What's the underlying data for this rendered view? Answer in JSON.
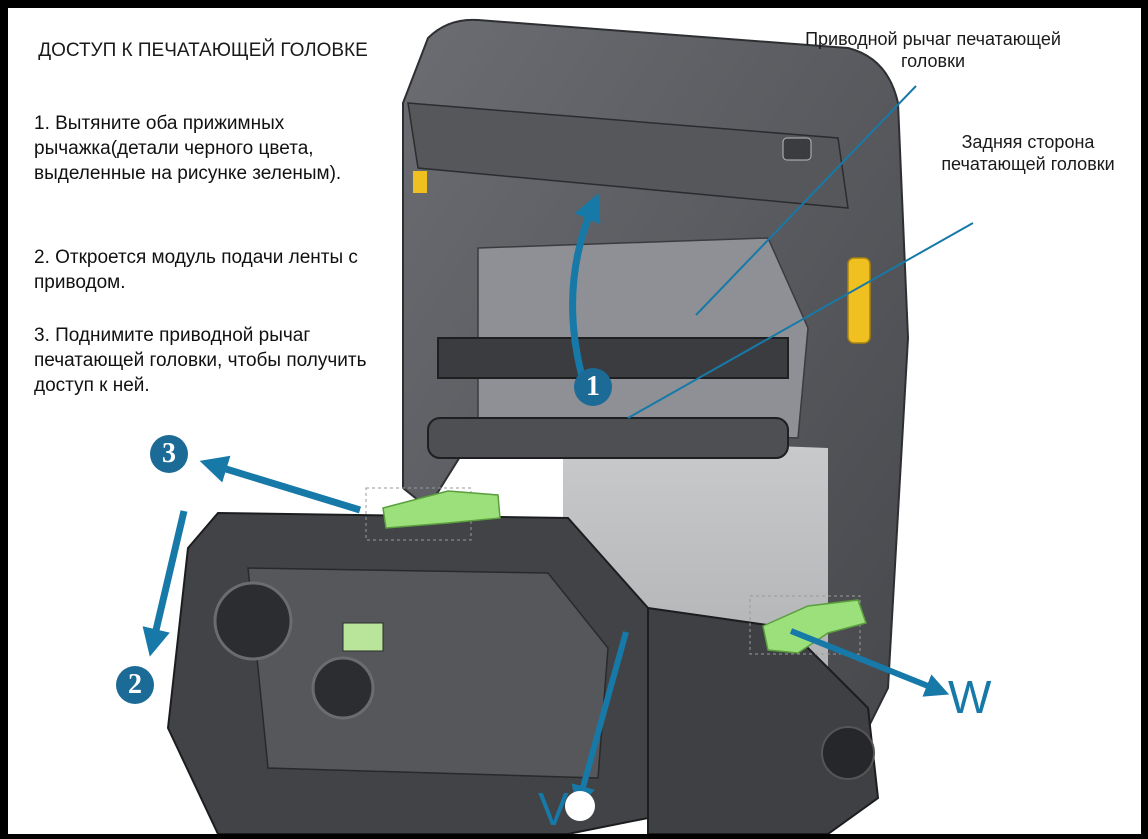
{
  "title": "ДОСТУП К ПЕЧАТАЮЩЕЙ ГОЛОВКЕ",
  "steps": [
    "1. Вытяните оба прижимных рычажка(детали черного цвета, выделенные на рисунке зеленым).",
    "2. Откроется модуль подачи ленты с приводом.",
    "3. Поднимите приводной рычаг печатающей головки, чтобы получить доступ к ней."
  ],
  "callouts": {
    "actuator": "Приводной рычаг печатающей головки",
    "printhead_back": "Задняя сторона печатающей головки"
  },
  "markers": {
    "one": "1",
    "two": "2",
    "three": "3",
    "v": "V",
    "w": "W"
  },
  "colors": {
    "arrow": "#1779a8",
    "badge": "#1b6b96",
    "highlight": "#9be07a",
    "printer_body": "#5a5c60",
    "yellow_tab": "#f0c020"
  }
}
